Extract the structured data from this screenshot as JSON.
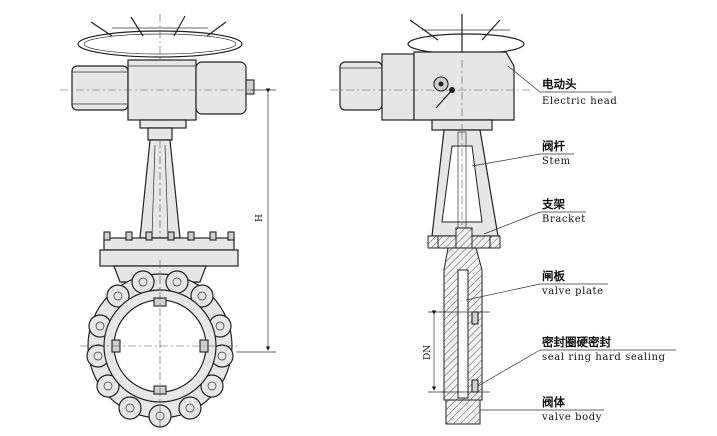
{
  "labels": {
    "electric_head": {
      "cn": "电动头",
      "en": "Electric head"
    },
    "stem": {
      "cn": "阀杆",
      "en": "Stem"
    },
    "bracket": {
      "cn": "支架",
      "en": "Bracket"
    },
    "valve_plate": {
      "cn": "闸板",
      "en": "valve plate"
    },
    "seal_ring": {
      "cn": "密封圈硬密封",
      "en": "seal ring hard sealing"
    },
    "valve_body": {
      "cn": "阀体",
      "en": "valve body"
    }
  },
  "dimensions": {
    "height": "H",
    "nominal_diameter": "DN"
  }
}
